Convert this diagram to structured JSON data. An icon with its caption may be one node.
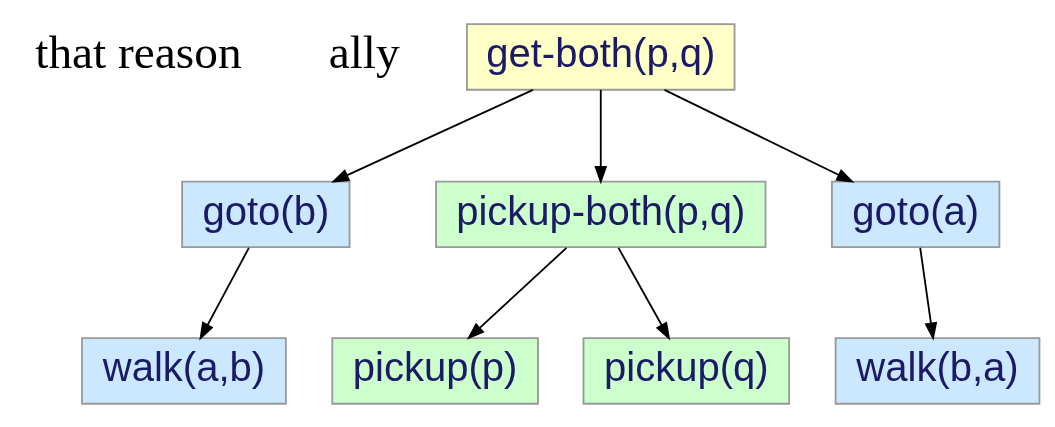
{
  "diagram": {
    "nodes": [
      {
        "text": [
          "get-both(p,q)"
        ]
      },
      {
        "text": [
          "goto(b)"
        ]
      },
      {
        "text": [
          "pickup-both(p,q)"
        ]
      },
      {
        "text": [
          "goto(a)"
        ]
      },
      {
        "text": [
          "walk(a,b)"
        ]
      },
      {
        "text": [
          "pickup(p)"
        ]
      },
      {
        "text": [
          "pickup(q)"
        ]
      },
      {
        "text": [
          "walk(b,a)"
        ]
      }
    ],
    "edges": [
      {
        "from": 0,
        "to": 1,
        "arrow": "to"
      },
      {
        "from": 0,
        "to": 2,
        "arrow": "to"
      },
      {
        "from": 0,
        "to": 3,
        "arrow": "to"
      },
      {
        "from": 1,
        "to": 4,
        "arrow": "to"
      },
      {
        "from": 2,
        "to": 5,
        "arrow": "to"
      },
      {
        "from": 2,
        "to": 6,
        "arrow": "to"
      },
      {
        "from": 3,
        "to": 7,
        "arrow": "to"
      }
    ],
    "labels": [
      "that reason",
      "ally"
    ]
  }
}
